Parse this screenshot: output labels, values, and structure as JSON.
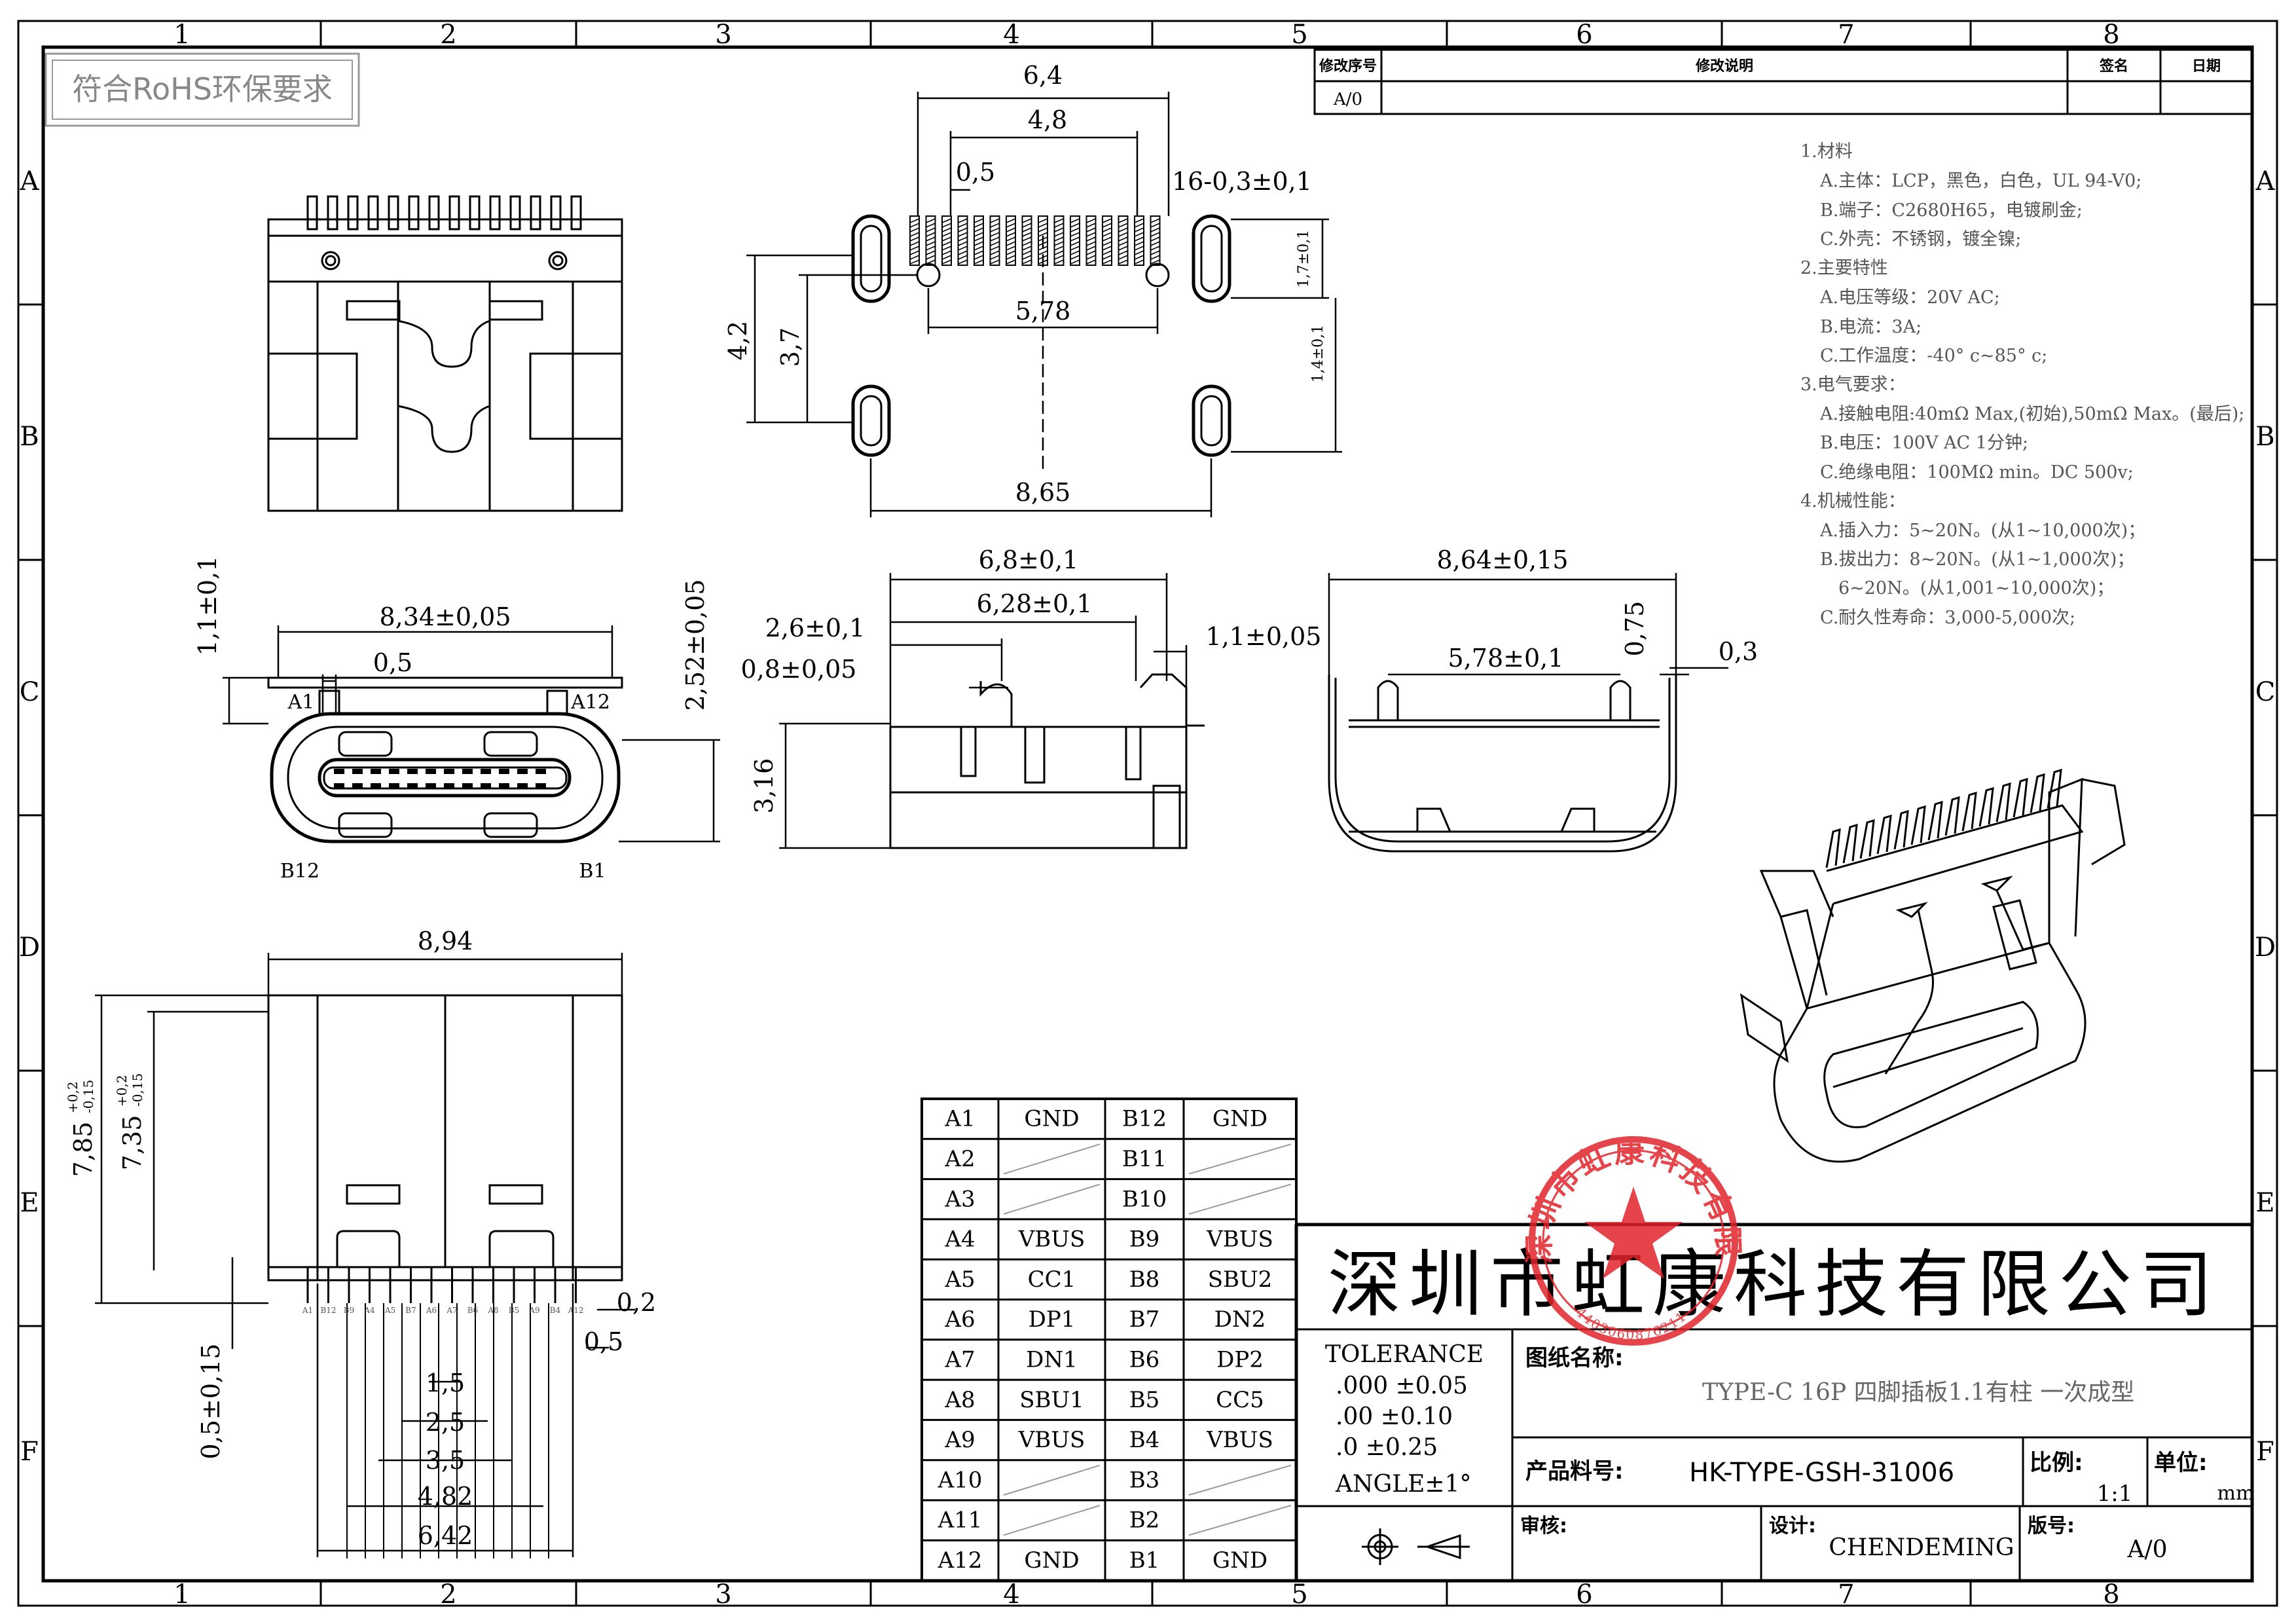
{
  "grid": {
    "columns": [
      "1",
      "2",
      "3",
      "4",
      "5",
      "6",
      "7",
      "8"
    ],
    "rows": [
      "A",
      "B",
      "C",
      "D",
      "E",
      "F"
    ]
  },
  "rohs_label": "符合RoHS环保要求",
  "revision": {
    "headers": [
      "修改序号",
      "修改说明",
      "签名",
      "日期"
    ],
    "value": "A/0"
  },
  "specs": [
    "1.材料",
    "A.主体：LCP，黑色，白色，UL 94-V0;",
    "B.端子：C2680H65，电镀刷金;",
    "C.外壳：不锈钢，镀全镍;",
    "2.主要特性",
    "A.电压等级：20V AC;",
    "B.电流：3A;",
    "C.工作温度：-40° c~85° c;",
    "3.电气要求：",
    "A.接触电阻:40mΩ Max,(初始),50mΩ Max。(最后);",
    "B.电压：100V AC 1分钟;",
    "C.绝缘电阻：100MΩ min。DC 500v;",
    "4.机械性能：",
    "A.插入力：5~20N。(从1~10,000次)；",
    "B.拔出力：8~20N。(从1~1,000次)；",
    "6~20N。(从1,001~10,000次)；",
    "C.耐久性寿命：3,000-5,000次;"
  ],
  "dims": {
    "footprint": [
      "6,4",
      "4,8",
      "0,5",
      "16-0,3±0,1",
      "5,78",
      "8,65",
      "4,2",
      "3,7",
      "1,7±0,1",
      "1,4±0,1"
    ],
    "front": [
      "8,34±0,05",
      "0,5",
      "1,1±0,1",
      "2,52±0,05",
      "A1",
      "A12",
      "B12",
      "B1"
    ],
    "side": [
      "6,8±0,1",
      "6,28±0,1",
      "2,6±0,1",
      "0,8±0,05",
      "1,1±0,05",
      "3,16"
    ],
    "rear": [
      "8,64±0,15",
      "5,78±0,1",
      "0,75",
      "0,3"
    ],
    "bottom": [
      "8,94",
      "7,85",
      "+0,2",
      "-0,15",
      "7,35",
      "+0,2",
      "-0,15",
      "0,2",
      "0,5",
      "0,5±0,15",
      "1,5",
      "2,5",
      "3,5",
      "4,82",
      "6,42"
    ]
  },
  "pin_labels_top": [
    "A1",
    "B12",
    "B9",
    "A4",
    "A5",
    "B7",
    "A6",
    "A7",
    "B6",
    "A8",
    "B5",
    "A9",
    "B4",
    "A12"
  ],
  "pin_table": [
    [
      "A1",
      "GND",
      "B12",
      "GND"
    ],
    [
      "A2",
      "",
      "B11",
      ""
    ],
    [
      "A3",
      "",
      "B10",
      ""
    ],
    [
      "A4",
      "VBUS",
      "B9",
      "VBUS"
    ],
    [
      "A5",
      "CC1",
      "B8",
      "SBU2"
    ],
    [
      "A6",
      "DP1",
      "B7",
      "DN2"
    ],
    [
      "A7",
      "DN1",
      "B6",
      "DP2"
    ],
    [
      "A8",
      "SBU1",
      "B5",
      "CC5"
    ],
    [
      "A9",
      "VBUS",
      "B4",
      "VBUS"
    ],
    [
      "A10",
      "",
      "B3",
      ""
    ],
    [
      "A11",
      "",
      "B2",
      ""
    ],
    [
      "A12",
      "GND",
      "B1",
      "GND"
    ]
  ],
  "title_block": {
    "company": "深圳市虹康科技有限公司",
    "tolerance_title": "TOLERANCE",
    "tolerance_lines": [
      ".000 ±0.05",
      ".00  ±0.10",
      ".0   ±0.25",
      "ANGLE±1°"
    ],
    "drawing_name_label": "图纸名称:",
    "drawing_name": "TYPE-C 16P 四脚插板1.1有柱  一次成型",
    "part_no_label": "产品料号:",
    "part_no": "HK-TYPE-GSH-31006",
    "scale_label": "比例:",
    "scale": "1:1",
    "unit_label": "单位:",
    "unit": "mm",
    "review_label": "审核:",
    "design_label": "设计:",
    "designer": "CHENDEMING",
    "version_label": "版号:",
    "version": "A/0"
  },
  "stamp": {
    "text": "深圳市虹康科技有限公司",
    "code": "4403060876211",
    "color": "#e0242b"
  }
}
